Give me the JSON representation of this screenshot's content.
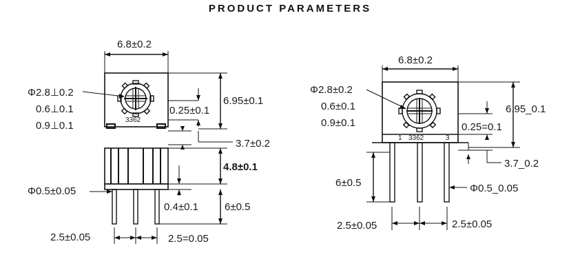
{
  "title": "PRODUCT PARAMETERS",
  "left_view": {
    "width_top": "6.8±0.2",
    "knob_dims": [
      "Φ2.8⊥0.2",
      "0.6⊥0.1",
      "0.9⊥0.1"
    ],
    "inner_offset": "0.25±0.1",
    "height": "6.95±0.1",
    "part_number": "3362",
    "base_offset": "3.7±0.2",
    "body_height": "4.8±0.1",
    "pin_diameter": "Φ0.5±0.05",
    "pin_step": "0.4±0.1",
    "pin_length": "6±0.5",
    "pitch_left": "2.5±0.05",
    "pitch_right": "2.5=0.05"
  },
  "right_view": {
    "width_top": "6.8±0.2",
    "knob_dims": [
      "Φ2.8±0.2",
      "0.6±0.1",
      "0.9±0.1"
    ],
    "height": "6.95_0.1",
    "inner_offset": "0.25=0.1",
    "part_number": "3362",
    "pin_label_1": "1",
    "pin_label_3": "3",
    "base_offset": "3.7_0.2",
    "pin_length": "6±0.5",
    "pin_diameter": "Φ0.5_0.05",
    "pitch_left": "2.5±0.05",
    "pitch_right": "2.5±0.05"
  }
}
